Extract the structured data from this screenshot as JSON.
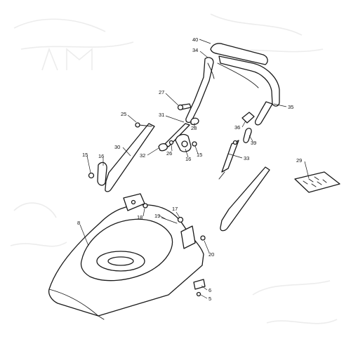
{
  "diagram": {
    "callouts": [
      {
        "id": "c40",
        "label": "40"
      },
      {
        "id": "c34",
        "label": "34"
      },
      {
        "id": "c35",
        "label": "35"
      },
      {
        "id": "c27",
        "label": "27"
      },
      {
        "id": "c25",
        "label": "25"
      },
      {
        "id": "c31",
        "label": "31"
      },
      {
        "id": "c28",
        "label": "28"
      },
      {
        "id": "c36",
        "label": "36"
      },
      {
        "id": "c39",
        "label": "39"
      },
      {
        "id": "c30",
        "label": "30"
      },
      {
        "id": "c32",
        "label": "32"
      },
      {
        "id": "c26",
        "label": "26"
      },
      {
        "id": "c15a",
        "label": "15"
      },
      {
        "id": "c16a",
        "label": "16"
      },
      {
        "id": "c15b",
        "label": "15"
      },
      {
        "id": "c16b",
        "label": "16"
      },
      {
        "id": "c33",
        "label": "33"
      },
      {
        "id": "c29",
        "label": "29"
      },
      {
        "id": "c8",
        "label": "8"
      },
      {
        "id": "c17",
        "label": "17"
      },
      {
        "id": "c18",
        "label": "18"
      },
      {
        "id": "c19",
        "label": "19"
      },
      {
        "id": "c20",
        "label": "20"
      },
      {
        "id": "c6",
        "label": "6"
      },
      {
        "id": "c5",
        "label": "5"
      }
    ],
    "colors": {
      "line": "#1a1a1a",
      "background": "#ffffff",
      "watermark": "#ececec"
    }
  }
}
